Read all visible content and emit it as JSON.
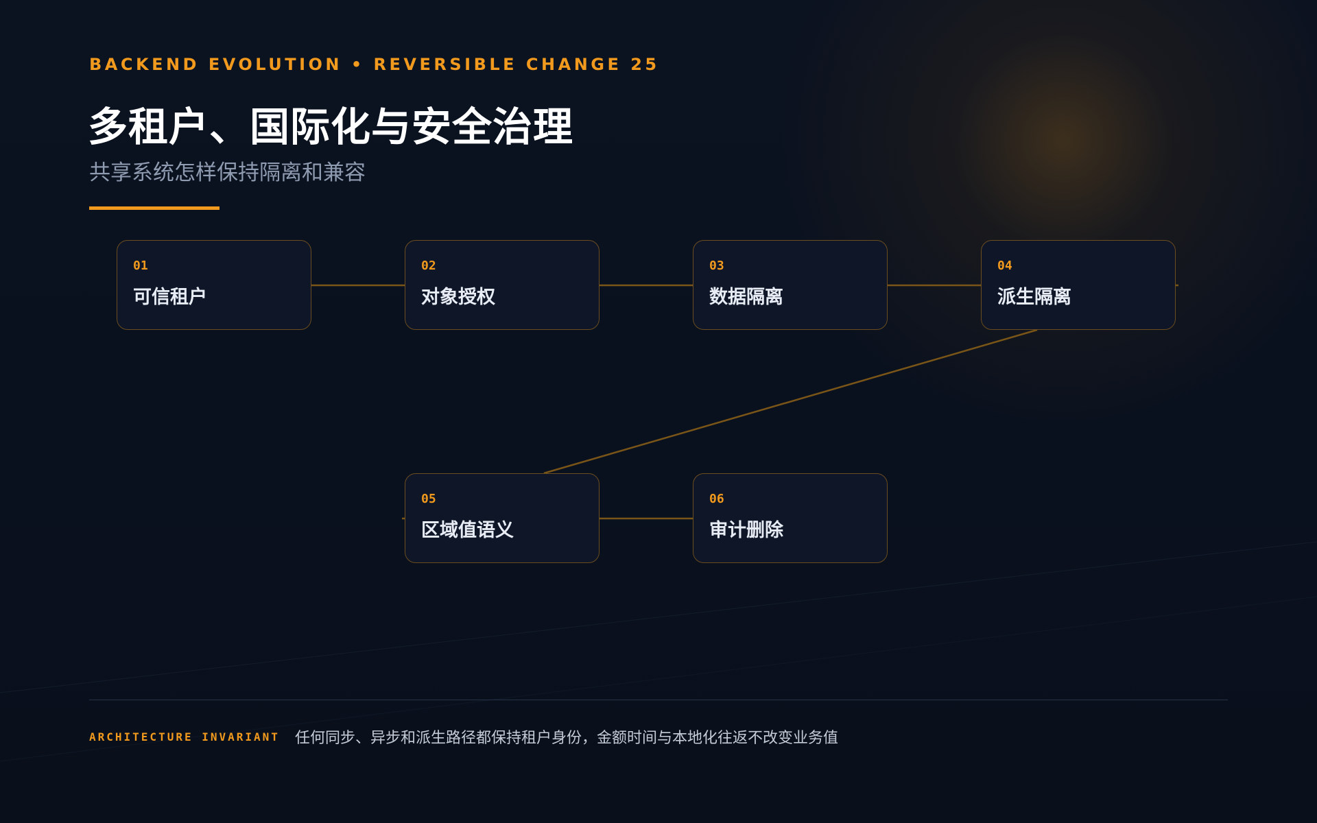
{
  "header": {
    "eyebrow": "BACKEND EVOLUTION • REVERSIBLE CHANGE 25",
    "title": "多租户、国际化与安全治理",
    "subtitle": "共享系统怎样保持隔离和兼容"
  },
  "colors": {
    "accent": "#f29a1d",
    "background": "#0a101c",
    "node_fill": "#0e1628",
    "node_border": "#6b4d1f",
    "connector": "#7a5518"
  },
  "flow": {
    "steps": [
      {
        "num": "01",
        "label": "可信租户"
      },
      {
        "num": "02",
        "label": "对象授权"
      },
      {
        "num": "03",
        "label": "数据隔离"
      },
      {
        "num": "04",
        "label": "派生隔离"
      },
      {
        "num": "05",
        "label": "区域值语义"
      },
      {
        "num": "06",
        "label": "审计删除"
      }
    ],
    "connections": [
      [
        0,
        1
      ],
      [
        1,
        2
      ],
      [
        2,
        3
      ],
      [
        3,
        4
      ],
      [
        4,
        5
      ]
    ]
  },
  "footer": {
    "tag": "ARCHITECTURE INVARIANT",
    "text": "任何同步、异步和派生路径都保持租户身份，金额时间与本地化往返不改变业务值"
  }
}
